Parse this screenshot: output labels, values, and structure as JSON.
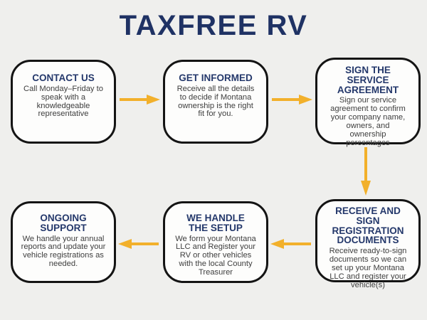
{
  "title": "TAXFREE RV",
  "colors": {
    "background": "#EFEFED",
    "box_fill": "#FDFDFC",
    "box_border": "#141414",
    "heading": "#24386B",
    "body_text": "#3E3E3E",
    "arrow": "#F2B02B",
    "title": "#1F3264"
  },
  "steps": [
    {
      "heading": "CONTACT US",
      "body": "Call Monday–Friday to\nspeak with a\nknowledgeable\nrepresentative"
    },
    {
      "heading": "GET INFORMED",
      "body": "Receive all the details\nto decide if Montana\nownership is the right\nfit for you."
    },
    {
      "heading": "SIGN THE\nSERVICE\nAGREEMENT",
      "body": "Sign our service\nagreement to confirm\nyour company name,\nowners, and\nownership\npercentages"
    },
    {
      "heading": "RECEIVE AND\nSIGN\nREGISTRATION\nDOCUMENTS",
      "body": "Receive ready-to-sign\ndocuments so we can\nset up your Montana\nLLC and register your\nvehicle(s)"
    },
    {
      "heading": "WE HANDLE\nTHE SETUP",
      "body": "We form your Montana\nLLC and Register your\nRV or other vehicles\nwith the local County\nTreasurer"
    },
    {
      "heading": "ONGOING\nSUPPORT",
      "body": "We handle your annual\nreports and update your\nvehicle registrations as\nneeded."
    }
  ],
  "flow": [
    {
      "from": "CONTACT US",
      "to": "GET INFORMED",
      "direction": "right"
    },
    {
      "from": "GET INFORMED",
      "to": "SIGN THE SERVICE AGREEMENT",
      "direction": "right"
    },
    {
      "from": "SIGN THE SERVICE AGREEMENT",
      "to": "RECEIVE AND SIGN REGISTRATION DOCUMENTS",
      "direction": "down"
    },
    {
      "from": "RECEIVE AND SIGN REGISTRATION DOCUMENTS",
      "to": "WE HANDLE THE SETUP",
      "direction": "left"
    },
    {
      "from": "WE HANDLE THE SETUP",
      "to": "ONGOING SUPPORT",
      "direction": "left"
    }
  ]
}
